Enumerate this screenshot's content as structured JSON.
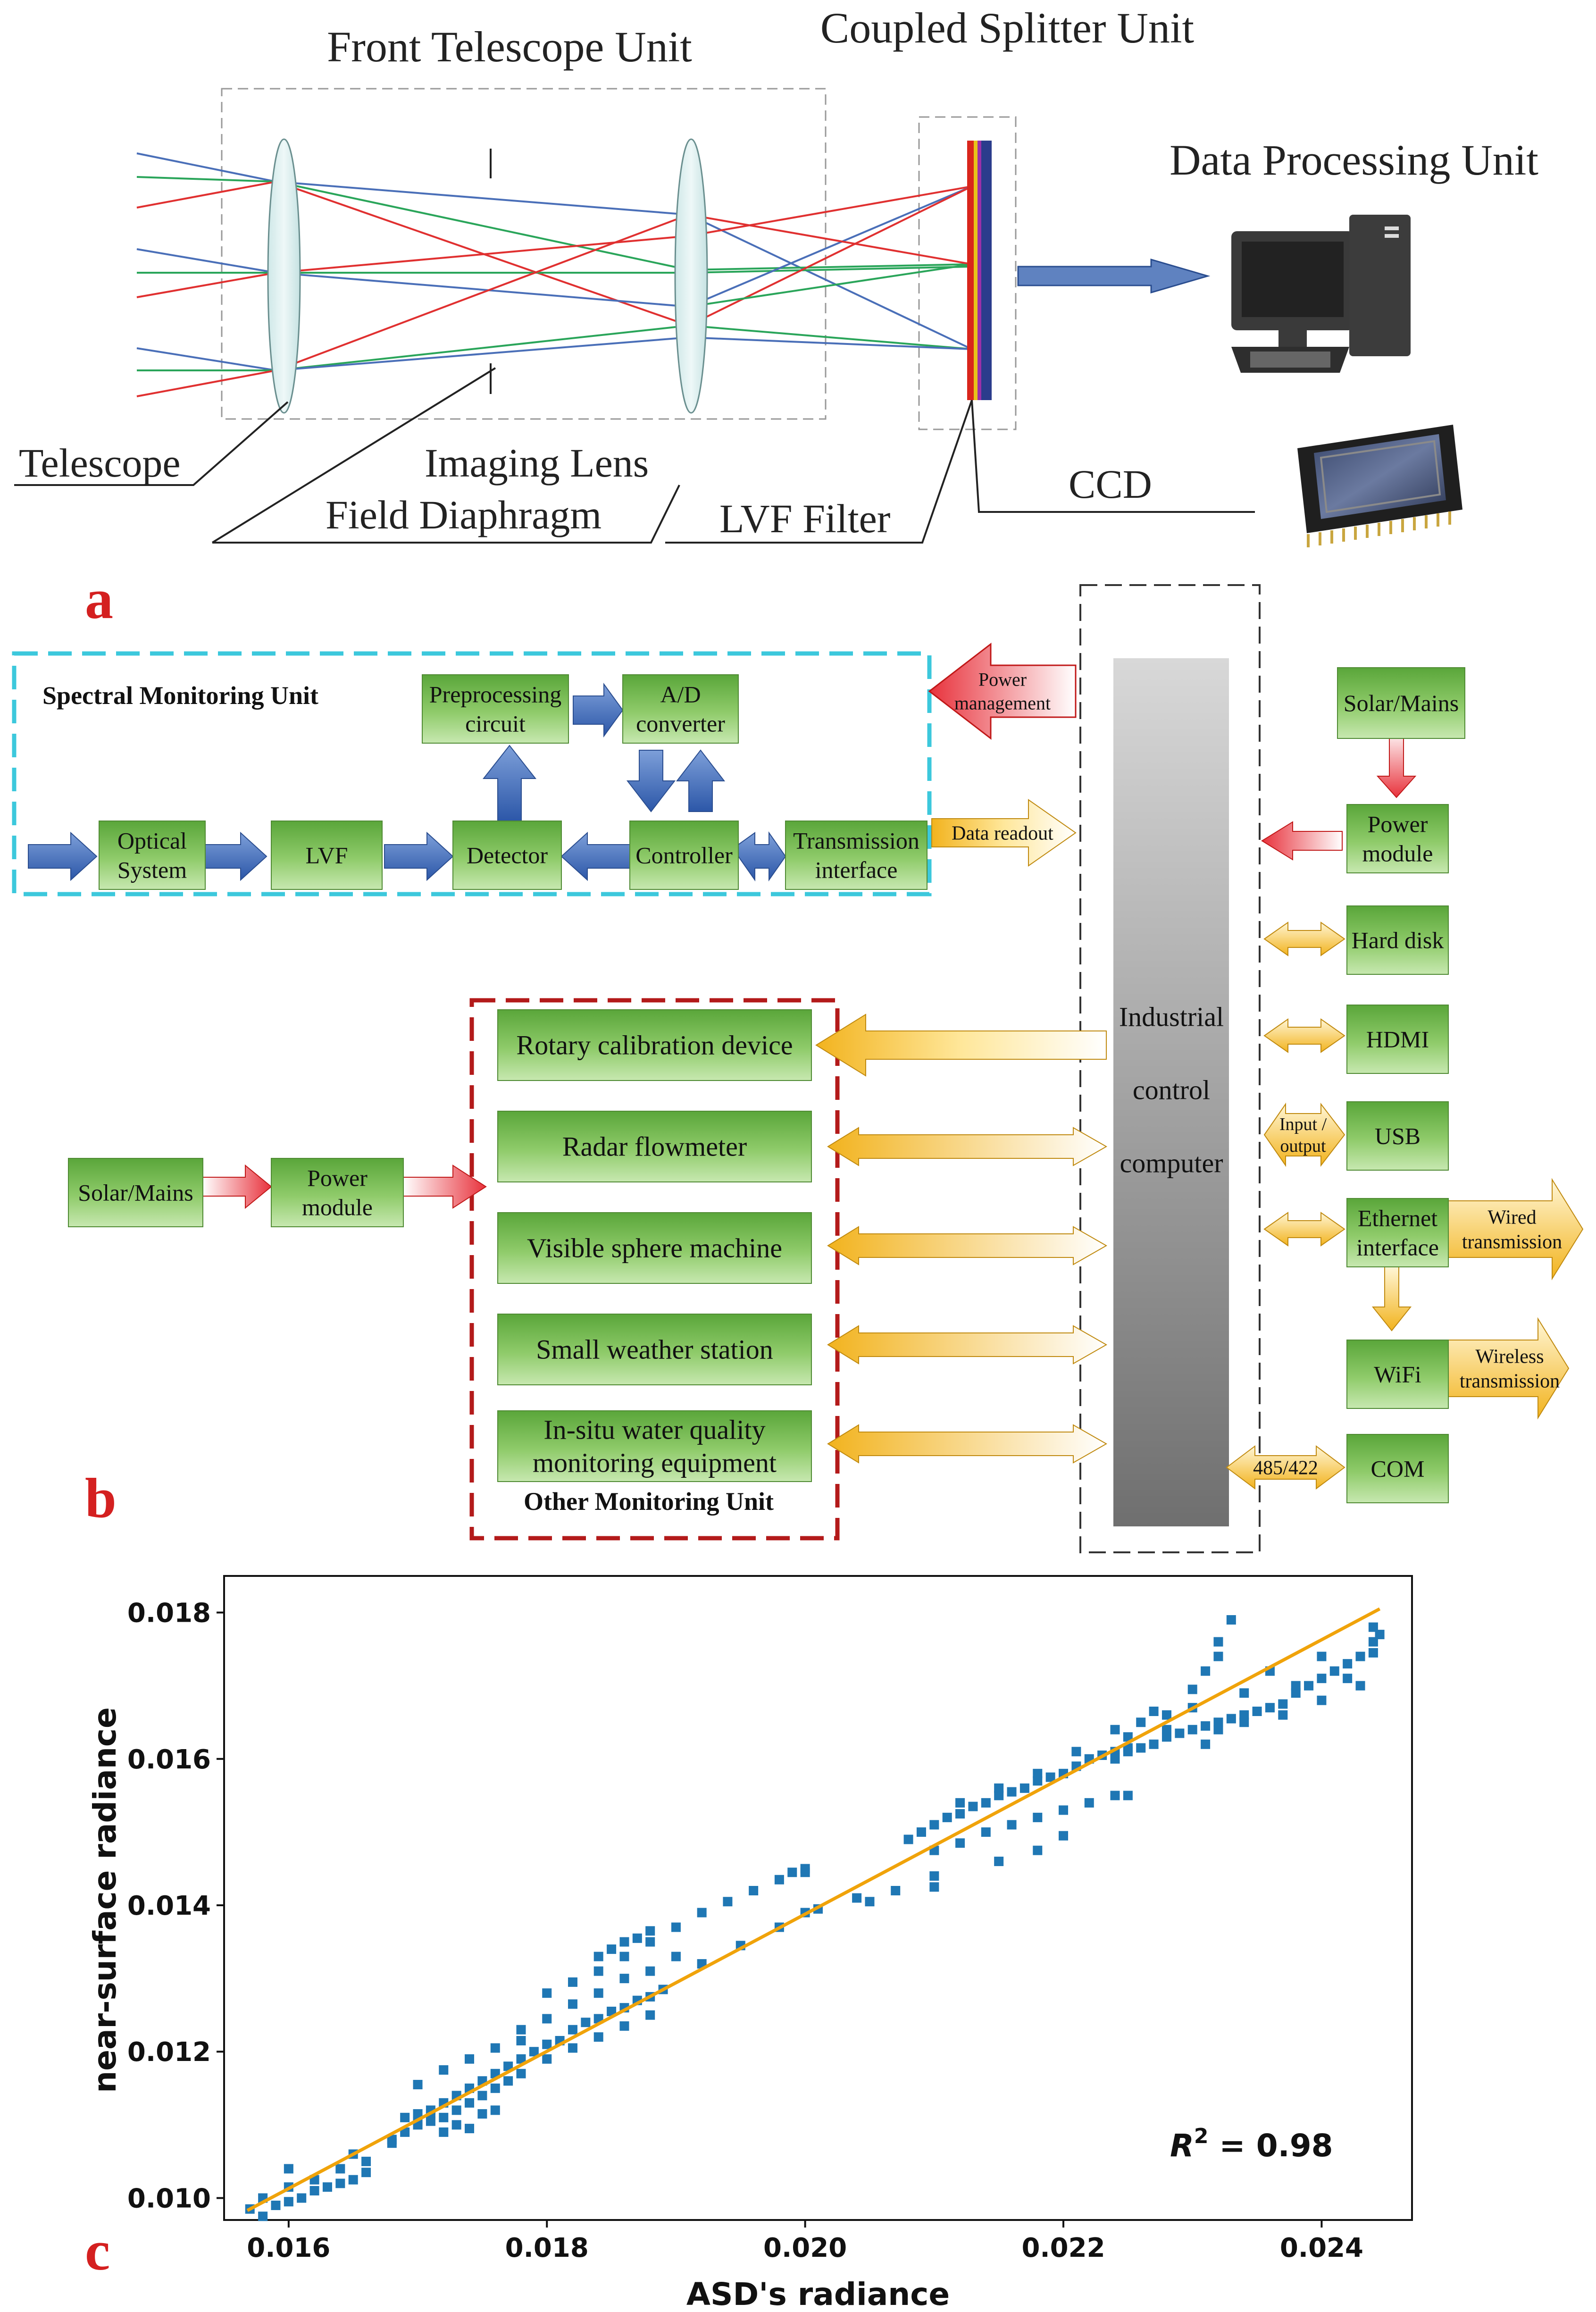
{
  "panel_a": {
    "label": "a",
    "titles": {
      "front_telescope": "Front Telescope Unit",
      "coupled_splitter": "Coupled Splitter Unit",
      "data_processing": "Data Processing Unit"
    },
    "callouts": {
      "telescope": "Telescope",
      "imaging_lens": "Imaging Lens",
      "field_diaphragm": "Field Diaphragm",
      "lvf_filter": "LVF Filter",
      "ccd": "CCD"
    }
  },
  "panel_b": {
    "label": "b",
    "spectral_unit_title": "Spectral Monitoring Unit",
    "other_unit_title": "Other Monitoring Unit",
    "blocks": {
      "optical_system": [
        "Optical",
        "System"
      ],
      "lvf": [
        "LVF"
      ],
      "detector": [
        "Detector"
      ],
      "controller": [
        "Controller"
      ],
      "transmission_interface": [
        "Transmission",
        "interface"
      ],
      "preprocessing_circuit": [
        "Preprocessing",
        "circuit"
      ],
      "ad_converter": [
        "A/D",
        "converter"
      ],
      "solar_mains_right": [
        "Solar/Mains"
      ],
      "power_module_right": [
        "Power",
        "module"
      ],
      "hard_disk": [
        "Hard disk"
      ],
      "hdmi": [
        "HDMI"
      ],
      "usb": [
        "USB"
      ],
      "ethernet_interface": [
        "Ethernet",
        "interface"
      ],
      "wifi": [
        "WiFi"
      ],
      "com": [
        "COM"
      ],
      "solar_mains_left": [
        "Solar/Mains"
      ],
      "power_module_left": [
        "Power",
        "module"
      ],
      "rotary_calibration": [
        "Rotary calibration device"
      ],
      "radar_flowmeter": [
        "Radar flowmeter"
      ],
      "visible_sphere": [
        "Visible sphere machine"
      ],
      "weather_station": [
        "Small weather station"
      ],
      "water_quality": [
        "In-situ water quality",
        "monitoring equipment"
      ]
    },
    "arrow_labels": {
      "power_management": [
        "Power",
        "management"
      ],
      "data_readout": [
        "Data readout"
      ],
      "input_output": [
        "Input /",
        "output"
      ],
      "wired_transmission": [
        "Wired",
        "transmission"
      ],
      "wireless_transmission": [
        "Wireless",
        "transmission"
      ],
      "rs485_422": [
        "485/422"
      ]
    },
    "computer_label": [
      "Industrial",
      "control",
      "computer"
    ]
  },
  "panel_c": {
    "label": "c"
  },
  "chart_data": {
    "type": "scatter",
    "title": "",
    "xlabel": "ASD's radiance",
    "ylabel": "near-surface radiance",
    "xlim": [
      0.0155,
      0.0247
    ],
    "ylim": [
      0.0097,
      0.0185
    ],
    "xticks": [
      0.016,
      0.018,
      0.02,
      0.022,
      0.024
    ],
    "yticks": [
      0.01,
      0.012,
      0.014,
      0.016,
      0.018
    ],
    "xtick_labels": [
      "0.016",
      "0.018",
      "0.020",
      "0.022",
      "0.024"
    ],
    "ytick_labels": [
      "0.010",
      "0.012",
      "0.014",
      "0.016",
      "0.018"
    ],
    "annotation": {
      "prefix": "R",
      "sup": "2",
      "suffix": " = 0.98"
    },
    "point_color": "#1f77b4",
    "fit_line_color": "#f0a30a",
    "fit_line": {
      "x": [
        0.01568,
        0.02445
      ],
      "y": [
        0.00983,
        0.01805
      ]
    },
    "grid": false,
    "series": [
      {
        "x": [
          0.0157,
          0.0158,
          0.0159,
          0.016,
          0.0161,
          0.0162,
          0.0163,
          0.0164,
          0.0165,
          0.0166,
          0.0158,
          0.016,
          0.0162,
          0.0164,
          0.0166,
          0.016,
          0.0165,
          0.0168,
          0.0168,
          0.0169,
          0.017,
          0.017,
          0.0171,
          0.0171,
          0.0172,
          0.0172,
          0.0173,
          0.0173,
          0.0174,
          0.0174,
          0.0175,
          0.0175,
          0.0176,
          0.0176,
          0.0177,
          0.0177,
          0.0178,
          0.0178,
          0.0169,
          0.017,
          0.0171,
          0.0172,
          0.0173,
          0.0174,
          0.0175,
          0.0176,
          0.017,
          0.0172,
          0.0174,
          0.0176,
          0.0178,
          0.0179,
          0.018,
          0.0181,
          0.0182,
          0.0183,
          0.0184,
          0.0185,
          0.0186,
          0.0187,
          0.0188,
          0.0189,
          0.018,
          0.0182,
          0.0184,
          0.0186,
          0.0188,
          0.0178,
          0.018,
          0.0182,
          0.0184,
          0.0186,
          0.0188,
          0.019,
          0.0184,
          0.0185,
          0.0186,
          0.0187,
          0.0188,
          0.018,
          0.0182,
          0.0184,
          0.0186,
          0.0188,
          0.019,
          0.0192,
          0.0194,
          0.0196,
          0.0198,
          0.0199,
          0.02,
          0.02,
          0.0192,
          0.0195,
          0.0198,
          0.0201,
          0.0204,
          0.0207,
          0.021,
          0.02,
          0.0205,
          0.021,
          0.0215,
          0.0218,
          0.022,
          0.0225,
          0.0208,
          0.0209,
          0.021,
          0.0211,
          0.0212,
          0.0213,
          0.0214,
          0.0215,
          0.0216,
          0.0217,
          0.0218,
          0.0219,
          0.022,
          0.0221,
          0.0222,
          0.0223,
          0.0224,
          0.0225,
          0.021,
          0.0212,
          0.0214,
          0.0216,
          0.0218,
          0.022,
          0.0222,
          0.0224,
          0.0212,
          0.0215,
          0.0218,
          0.0221,
          0.0224,
          0.0227,
          0.023,
          0.0232,
          0.0233,
          0.0232,
          0.0231,
          0.0224,
          0.0225,
          0.0226,
          0.0227,
          0.0228,
          0.0229,
          0.023,
          0.0231,
          0.0232,
          0.0233,
          0.0234,
          0.0235,
          0.0236,
          0.0237,
          0.0238,
          0.0239,
          0.024,
          0.0241,
          0.0242,
          0.0243,
          0.0244,
          0.02445,
          0.0226,
          0.0228,
          0.023,
          0.0232,
          0.0234,
          0.0236,
          0.0238,
          0.024,
          0.0242,
          0.0244,
          0.0225,
          0.0228,
          0.0231,
          0.0234,
          0.0237,
          0.024,
          0.0243,
          0.0244
        ],
        "y": [
          0.00985,
          0.00975,
          0.0099,
          0.00995,
          0.01,
          0.0101,
          0.01015,
          0.0102,
          0.01025,
          0.01035,
          0.01,
          0.01015,
          0.01025,
          0.0104,
          0.0105,
          0.0104,
          0.0106,
          0.01075,
          0.0108,
          0.0109,
          0.011,
          0.01115,
          0.01105,
          0.0112,
          0.0111,
          0.0113,
          0.0112,
          0.0114,
          0.0113,
          0.0115,
          0.0114,
          0.0116,
          0.0115,
          0.0117,
          0.0116,
          0.0118,
          0.0117,
          0.0119,
          0.0111,
          0.01105,
          0.01115,
          0.0109,
          0.011,
          0.01095,
          0.01115,
          0.0112,
          0.01155,
          0.01175,
          0.0119,
          0.01205,
          0.01215,
          0.012,
          0.0121,
          0.01215,
          0.0123,
          0.0124,
          0.01245,
          0.01255,
          0.0126,
          0.0127,
          0.01275,
          0.01285,
          0.0119,
          0.01205,
          0.0122,
          0.01235,
          0.0125,
          0.0123,
          0.01245,
          0.01265,
          0.0128,
          0.013,
          0.0131,
          0.0133,
          0.0133,
          0.0134,
          0.0135,
          0.01355,
          0.01365,
          0.0128,
          0.01295,
          0.0131,
          0.0133,
          0.0135,
          0.0137,
          0.0139,
          0.01405,
          0.0142,
          0.01435,
          0.01445,
          0.0145,
          0.0139,
          0.0132,
          0.01345,
          0.0137,
          0.01395,
          0.0141,
          0.0142,
          0.0144,
          0.01445,
          0.01405,
          0.01425,
          0.0146,
          0.01475,
          0.01495,
          0.0155,
          0.0149,
          0.015,
          0.0151,
          0.0152,
          0.01525,
          0.01535,
          0.0154,
          0.0155,
          0.01555,
          0.0156,
          0.0157,
          0.01575,
          0.0158,
          0.0159,
          0.016,
          0.01605,
          0.0161,
          0.01615,
          0.01475,
          0.01485,
          0.015,
          0.0151,
          0.0152,
          0.0153,
          0.0154,
          0.0155,
          0.0154,
          0.0156,
          0.0158,
          0.0161,
          0.0164,
          0.01665,
          0.01695,
          0.0174,
          0.0179,
          0.0176,
          0.0172,
          0.016,
          0.0161,
          0.01615,
          0.0162,
          0.0163,
          0.01635,
          0.0164,
          0.01645,
          0.0165,
          0.01655,
          0.0166,
          0.01665,
          0.0167,
          0.01675,
          0.0169,
          0.017,
          0.0171,
          0.0172,
          0.0173,
          0.0174,
          0.0176,
          0.0177,
          0.0165,
          0.0166,
          0.0167,
          0.0164,
          0.0169,
          0.0172,
          0.017,
          0.0174,
          0.0171,
          0.0178,
          0.0163,
          0.0164,
          0.0162,
          0.0165,
          0.0166,
          0.0168,
          0.017,
          0.01745
        ]
      }
    ]
  }
}
